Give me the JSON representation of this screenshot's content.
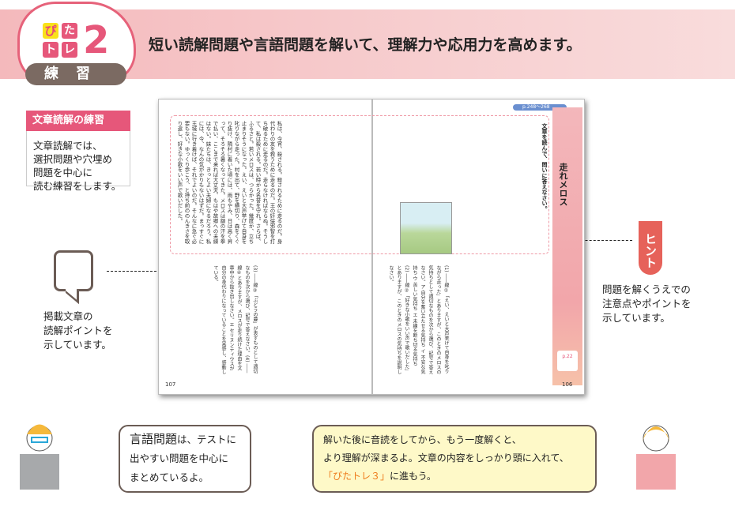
{
  "header": {
    "logo_pi": "ぴ",
    "logo_ta": "た",
    "logo_to": "ト",
    "logo_re": "レ",
    "logo_num": "2",
    "badge": "練習",
    "headline": "短い読解問題や言語問題を解いて、理解力や応用力を高めます。"
  },
  "sidebar": {
    "label": "文章読解の練習",
    "text": [
      "文章読解では、",
      "選択問題や穴埋め",
      "問題を中心に",
      "読む練習をします。"
    ]
  },
  "left_note": [
    "掲載文章の",
    "読解ポイントを",
    "示しています。"
  ],
  "hint": {
    "label": "ヒント",
    "text": [
      "問題を解くうえでの",
      "注意点やポイントを",
      "示しています。"
    ]
  },
  "book": {
    "tag": "p.248～268",
    "title": "走れメロス",
    "instruction": "文章を読んで、問いに答えなさい。",
    "page_left": "107",
    "page_right": "106",
    "calendar": "p.22",
    "passage": "私は、今宵、殺される。殺されるために走るのだ。身代わりの友を救うために走るのだ。王の奸佞邪智を打ち破るために走るのだ。走らなければならぬ。そうして、私は殺される。若い時から名誉を守れ。さらば、ふるさと。若いメロスは、つらかった。幾度か、立ち止まりそうになった。えい、えいと大声挙げて自身を叱りながら走った。村を出て、野を横切り、森をくぐり抜け、隣村に着いた頃には、雨もやみ、日は高く昇って、そろそろ暑くなってきた。メロスは額の汗を拳で払い、ここまで来れば大丈夫、もはや故郷への未練はない。妹たちは、きっとよい夫婦になるだろう。私には、今、なんの気がかりもないはずだ。まっすぐに王城に行き着けば、それでよいのだ。そんなに急ぐ必要もない。ゆっくり歩こう、と持ち前ののんきさを取り返し、好きな小歌をいい声で歌いだした。",
    "questions_right": "(1) ――線①「えい、えいと大声挙げて自身を叱りながら走った」とありますが、このときのメロスの気持ちとして適切なものを次から選び、記号で答えなさい。ア 自分を奮い立たせる気持ち イ 不安な気持ち ウ 苦しい気持ち エ 未練を断ち切る気持ち (2) ――線②「好きな小歌をいい声で歌いだした」とありますが、このときのメロスの気持ちを説明しなさい。",
    "questions_left": "(3) ――線③「ぶどうの蔓」が表すものとして適切なものを次から選び、記号で答えなさい。(4) ――線④とありますが、メロスが走り続けた理由を文章中から抜き出しなさい。エ セリヌンティウスが自分の身代わりになっていることを実感し、感動している。"
  },
  "speech_left": {
    "emph": "言語問題",
    "rest": "は、テストに",
    "lines": [
      "出やすい問題を中心に",
      "まとめているよ。"
    ]
  },
  "speech_right": {
    "lines": [
      "解いた後に音読をしてから、もう一度解くと、",
      "より理解が深まるよ。文章の内容をしっかり頭に入れて、"
    ],
    "highlight": "「ぴたトレ３」",
    "tail": "に進もう。"
  }
}
